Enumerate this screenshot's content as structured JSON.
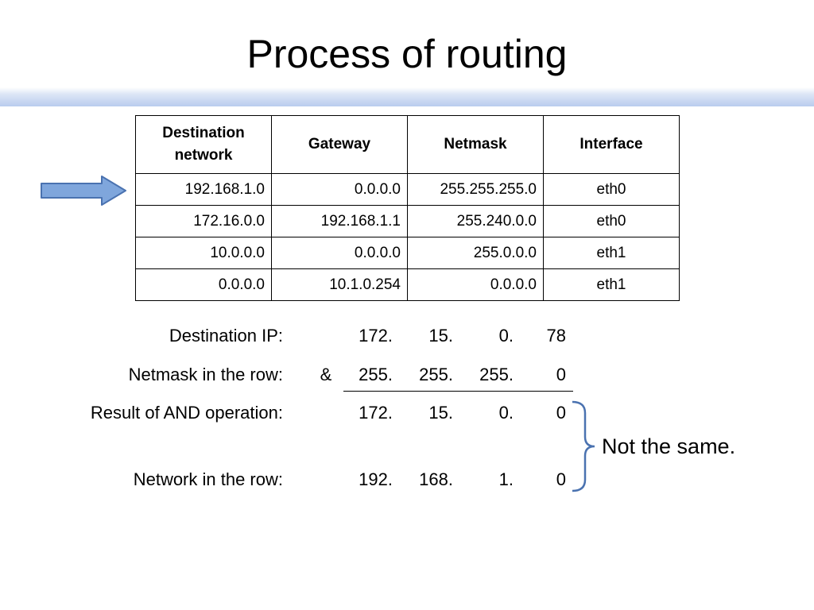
{
  "slide": {
    "title": "Process of routing"
  },
  "routing_table": {
    "headers": [
      "Destination network",
      "Gateway",
      "Netmask",
      "Interface"
    ],
    "rows": [
      [
        "192.168.1.0",
        "0.0.0.0",
        "255.255.255.0",
        "eth0"
      ],
      [
        "172.16.0.0",
        "192.168.1.1",
        "255.240.0.0",
        "eth0"
      ],
      [
        "10.0.0.0",
        "0.0.0.0",
        "255.0.0.0",
        "eth1"
      ],
      [
        "0.0.0.0",
        "10.1.0.254",
        "0.0.0.0",
        "eth1"
      ]
    ],
    "highlighted_row": 0
  },
  "calculation": {
    "destination_ip": {
      "label": "Destination IP:",
      "octets": [
        "172.",
        "15.",
        "0.",
        "78"
      ]
    },
    "netmask": {
      "label": "Netmask in the row:",
      "operator": "&",
      "octets": [
        "255.",
        "255.",
        "255.",
        "0"
      ]
    },
    "result": {
      "label": "Result of AND operation:",
      "octets": [
        "172.",
        "15.",
        "0.",
        "0"
      ]
    },
    "network": {
      "label": "Network in the row:",
      "octets": [
        "192.",
        "168.",
        "1.",
        "0"
      ]
    },
    "comparison_note": "Not the same."
  },
  "colors": {
    "arrow_fill": "#7fa6dc",
    "arrow_stroke": "#4a72b0",
    "brace": "#4a72b0",
    "title_bar": "#b9ccee"
  },
  "icons": {
    "row_pointer": "right-arrow-icon",
    "brace": "curly-brace-icon"
  }
}
